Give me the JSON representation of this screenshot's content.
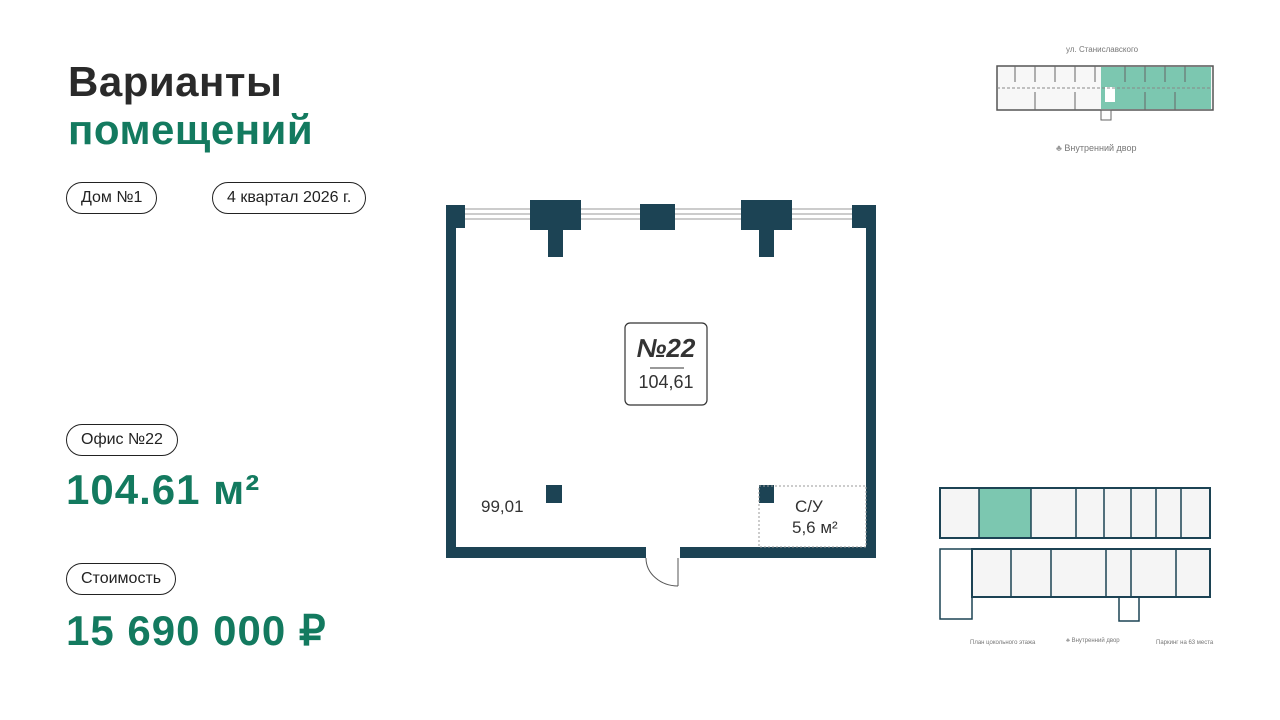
{
  "header": {
    "title_line1": "Варианты",
    "title_line2": "помещений"
  },
  "tags": {
    "house": "Дом №1",
    "deadline": "4 квартал 2026 г."
  },
  "office": {
    "label": "Офис №22",
    "area": "104.61 м²"
  },
  "price": {
    "label": "Стоимость",
    "value": "15 690 000 ₽"
  },
  "plan": {
    "number": "№22",
    "total_area": "104,61",
    "main_room_area": "99,01",
    "bathroom_label": "С/У",
    "bathroom_area": "5,6 м²"
  },
  "minimap_top": {
    "street": "ул. Станиславского",
    "yard": "Внутренний двор"
  },
  "minimap_bottom": {
    "floor": "План цокольного этажа",
    "yard": "Внутренний двор",
    "parking": "Паркинг на 63 места"
  },
  "colors": {
    "accent": "#137a5f",
    "wall": "#1c4354"
  }
}
